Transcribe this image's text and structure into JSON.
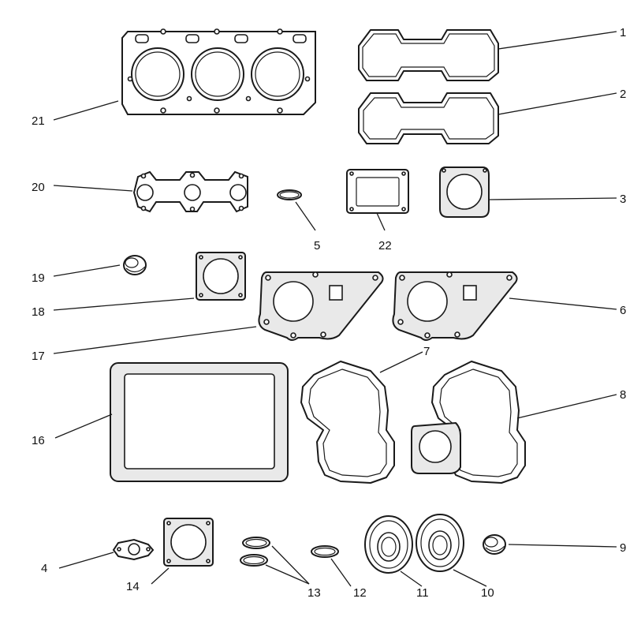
{
  "callouts": [
    {
      "id": "1",
      "label": "1"
    },
    {
      "id": "2",
      "label": "2"
    },
    {
      "id": "3",
      "label": "3"
    },
    {
      "id": "4",
      "label": "4"
    },
    {
      "id": "5",
      "label": "5"
    },
    {
      "id": "6",
      "label": "6"
    },
    {
      "id": "7",
      "label": "7"
    },
    {
      "id": "8",
      "label": "8"
    },
    {
      "id": "9",
      "label": "9"
    },
    {
      "id": "10",
      "label": "10"
    },
    {
      "id": "11",
      "label": "11"
    },
    {
      "id": "12",
      "label": "12"
    },
    {
      "id": "13",
      "label": "13"
    },
    {
      "id": "14",
      "label": "14"
    },
    {
      "id": "16",
      "label": "16"
    },
    {
      "id": "17",
      "label": "17"
    },
    {
      "id": "18",
      "label": "18"
    },
    {
      "id": "19",
      "label": "19"
    },
    {
      "id": "20",
      "label": "20"
    },
    {
      "id": "21",
      "label": "21"
    },
    {
      "id": "22",
      "label": "22"
    }
  ]
}
